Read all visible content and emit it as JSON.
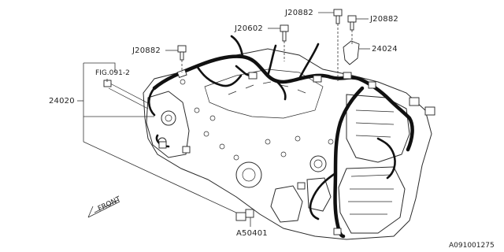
{
  "labels": {
    "bolt_top_center": "J20882",
    "bolt_top_right": "J20882",
    "bolt_left": "J20882",
    "stud_center": "J20602",
    "bracket_right": "24024",
    "fig_ref": "FIG.091-2",
    "harness_main": "24020",
    "grommet_bottom": "A50401",
    "front_arrow": "FRONT",
    "diagram_id": "A091001275"
  }
}
